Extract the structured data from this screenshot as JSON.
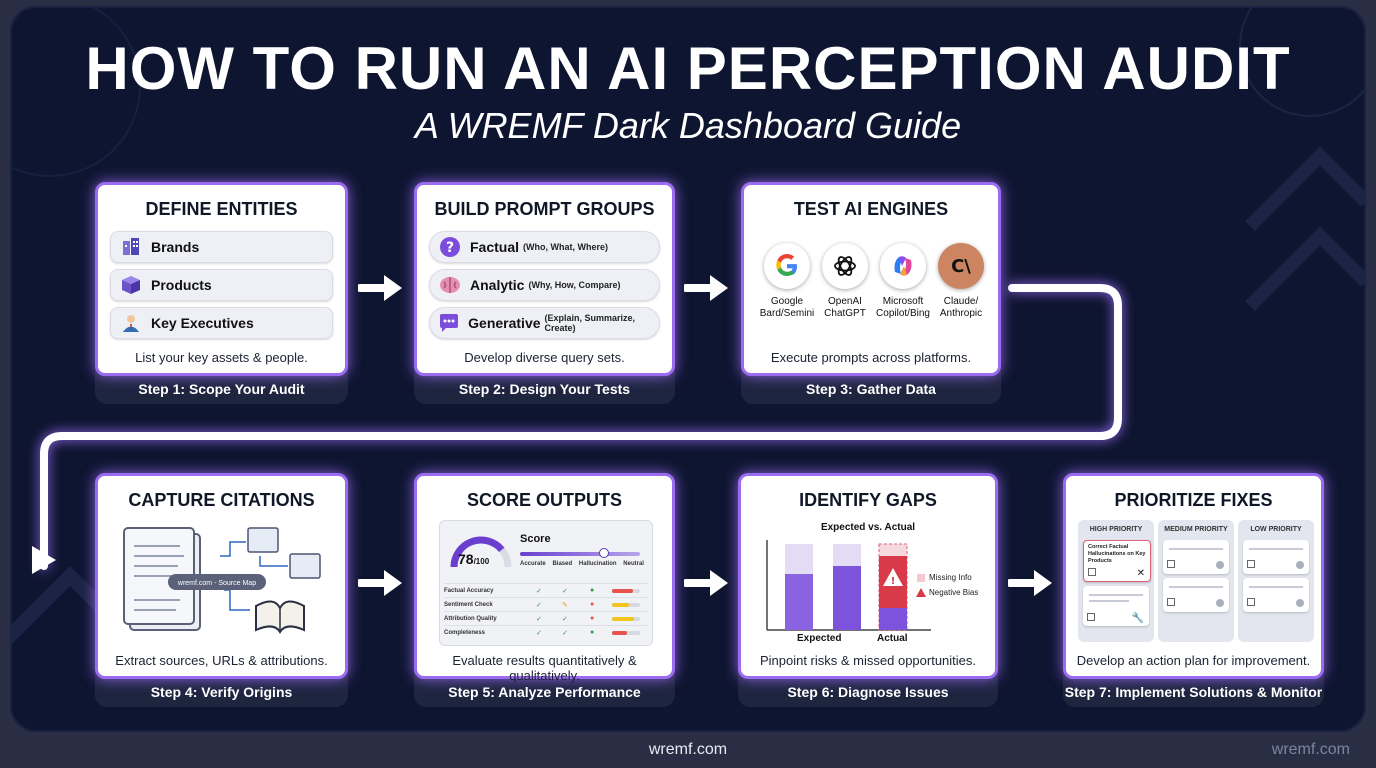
{
  "header": {
    "title": "HOW TO RUN AN AI PERCEPTION AUDIT",
    "subtitle": "A WREMF Dark Dashboard Guide"
  },
  "cards": [
    {
      "title": "DEFINE ENTITIES",
      "items": [
        "Brands",
        "Products",
        "Key Executives"
      ],
      "desc": "List your key assets & people.",
      "step": "Step 1: Scope Your Audit"
    },
    {
      "title": "BUILD PROMPT GROUPS",
      "items": [
        {
          "label": "Factual",
          "sub": "(Who, What, Where)"
        },
        {
          "label": "Analytic",
          "sub": "(Why, How, Compare)"
        },
        {
          "label": "Generative",
          "sub": "(Explain, Summarize, Create)"
        }
      ],
      "desc": "Develop diverse query sets.",
      "step": "Step 2: Design Your Tests"
    },
    {
      "title": "TEST AI ENGINES",
      "engines": [
        {
          "name": "Google Bard/Semini",
          "icon": "google-icon"
        },
        {
          "name": "OpenAI ChatGPT",
          "icon": "openai-icon"
        },
        {
          "name": "Microsoft Copilot/Bing",
          "icon": "copilot-icon"
        },
        {
          "name": "Claude/ Anthropic",
          "icon": "claude-icon",
          "glyph": "C\\"
        }
      ],
      "desc": "Execute prompts across platforms.",
      "step": "Step 3: Gather Data"
    },
    {
      "title": "CAPTURE CITATIONS",
      "map_label": "wremf.com - Source Map",
      "desc": "Extract sources, URLs & attributions.",
      "step": "Step 4: Verify Origins"
    },
    {
      "title": "SCORE OUTPUTS",
      "score": {
        "value": "78",
        "max": "/100",
        "label": "Score",
        "scale": [
          "Accurate",
          "Biased",
          "Hallucination",
          "Neutral"
        ],
        "level": 0.7,
        "rows": [
          {
            "name": "Factual Accuracy",
            "fill": 0.75,
            "color": "#e5534b"
          },
          {
            "name": "Sentiment Check",
            "fill": 0.6,
            "color": "#f0c419"
          },
          {
            "name": "Attribution Quality",
            "fill": 0.8,
            "color": "#f0c419"
          },
          {
            "name": "Completeness",
            "fill": 0.55,
            "color": "#e5534b"
          }
        ]
      },
      "desc": "Evaluate results quantitatively & qualitatively.",
      "step": "Step 5: Analyze Performance"
    },
    {
      "title": "IDENTIFY GAPS",
      "chart": {
        "title": "Expected vs. Actual",
        "x_labels": [
          "Expected",
          "Actual"
        ],
        "legend": [
          "Missing Info",
          "Negative Bias"
        ]
      },
      "desc": "Pinpoint risks & missed opportunities.",
      "step": "Step 6: Diagnose Issues"
    },
    {
      "title": "PRIORITIZE FIXES",
      "columns": [
        "HIGH PRIORITY",
        "MEDIUM PRIORITY",
        "LOW PRIORITY"
      ],
      "task_text": "Correct Factual Hallucinations on Key Products",
      "desc": "Develop an action plan for improvement.",
      "step": "Step 7: Implement Solutions & Monitor"
    }
  ],
  "footer": {
    "site": "wremf.com",
    "watermark": "wremf.com"
  },
  "colors": {
    "background": "#0e1530",
    "accent": "#9b6cf0",
    "card_footer": "#1e253f"
  }
}
